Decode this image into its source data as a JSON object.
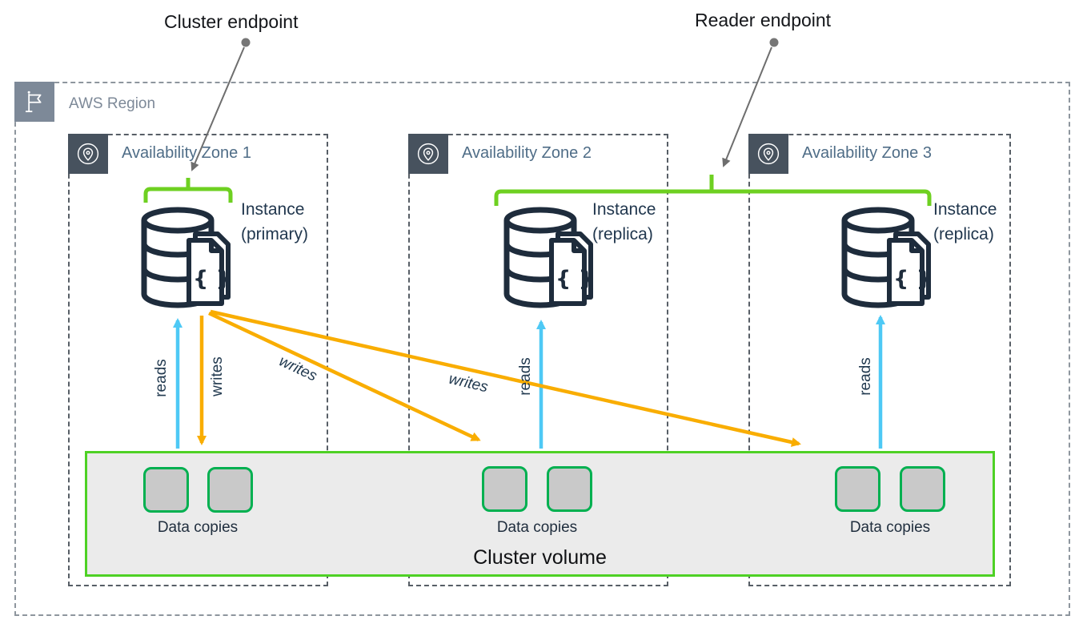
{
  "diagram": {
    "cluster_endpoint_label": "Cluster endpoint",
    "reader_endpoint_label": "Reader endpoint",
    "region_label": "AWS Region",
    "cluster_volume_label": "Cluster volume",
    "reads_label": "reads",
    "writes_label": "writes",
    "data_copies_label": "Data copies",
    "zones": [
      {
        "label": "Availability Zone 1",
        "instance_name": "Instance",
        "instance_role": "(primary)"
      },
      {
        "label": "Availability Zone 2",
        "instance_name": "Instance",
        "instance_role": "(replica)"
      },
      {
        "label": "Availability Zone 3",
        "instance_name": "Instance",
        "instance_role": "(replica)"
      }
    ],
    "colors": {
      "bracket_green": "#6ed021",
      "volume_border_green": "#4ed125",
      "data_copy_green": "#00b050",
      "reads_blue": "#4ec9f5",
      "writes_orange": "#f9ad00",
      "db_icon_navy": "#1e2c3c",
      "az_label_slate": "#4f6d87",
      "region_gray": "#7d8998"
    }
  }
}
